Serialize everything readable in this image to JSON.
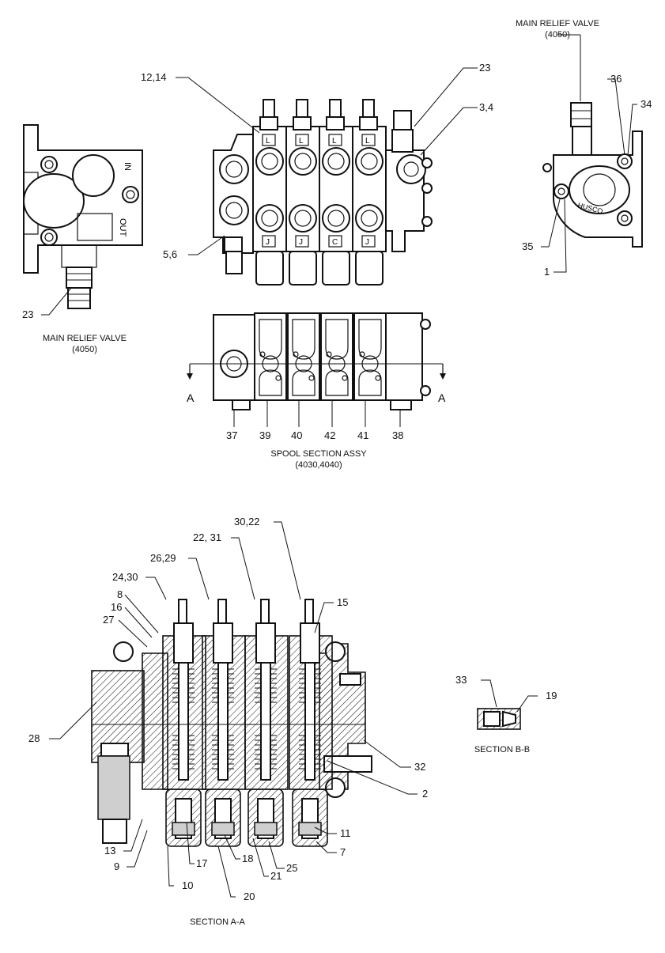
{
  "captions": {
    "relief_top_title": "MAIN RELIEF VALVE",
    "relief_top_code": "(4050)",
    "relief_left_title": "MAIN RELIEF VALVE",
    "relief_left_code": "(4050)",
    "spool_title": "SPOOL SECTION ASSY",
    "spool_code": "(4030,4040)",
    "section_aa": "SECTION A-A",
    "section_bb": "SECTION B-B"
  },
  "section_marks": {
    "left": "A",
    "right": "A"
  },
  "callouts": {
    "c12_14": "12,14",
    "c23_top": "23",
    "c3_4": "3,4",
    "c5_6": "5,6",
    "c23_left": "23",
    "c36": "36",
    "c34": "34",
    "c35": "35",
    "c1": "1",
    "c37": "37",
    "c39": "39",
    "c40": "40",
    "c42": "42",
    "c41": "41",
    "c38": "38",
    "c30_22": "30,22",
    "c22_31": "22, 31",
    "c26_29": "26,29",
    "c24_30": "24,30",
    "c8": "8",
    "c16": "16",
    "c27": "27",
    "c15": "15",
    "c28": "28",
    "c33": "33",
    "c19": "19",
    "c32": "32",
    "c2": "2",
    "c13": "13",
    "c9": "9",
    "c17": "17",
    "c10": "10",
    "c18": "18",
    "c21": "21",
    "c25": "25",
    "c20": "20",
    "c11": "11",
    "c7": "7"
  },
  "part_markings": {
    "port_in": "IN",
    "port_out": "OUT",
    "maker_mark": "HUSCO",
    "spool_top_letters": [
      "L",
      "L",
      "L",
      "L"
    ],
    "spool_bottom_letters": [
      "J",
      "J",
      "C",
      "J"
    ]
  }
}
